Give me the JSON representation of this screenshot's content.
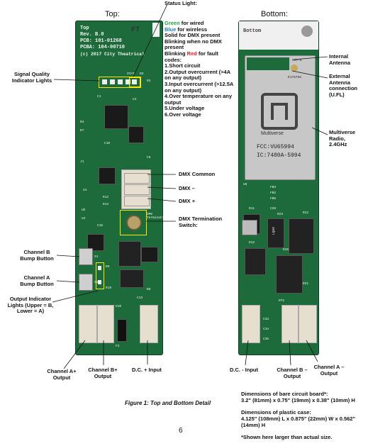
{
  "headers": {
    "top": "Top:",
    "bottom": "Bottom:"
  },
  "top_board": {
    "silkscreen": [
      "Top",
      "Rev. B.0",
      "PCB:  101-01268",
      "PCBA:  104-00710",
      "(c) 2017 City Theatrical"
    ],
    "stat_mark": "STAT",
    "termination_mark": "DMX\nTermination",
    "small_labels": [
      "FT",
      "D5",
      "R3",
      "C4",
      "C1",
      "R4",
      "R7",
      "J1",
      "C10",
      "C6",
      "U1",
      "R12",
      "R14",
      "U5",
      "U4",
      "C16",
      "S1",
      "S2",
      "R6",
      "R19",
      "R8",
      "C13",
      "D10",
      "F3"
    ]
  },
  "bottom_board": {
    "silkscreen": [
      "Bottom"
    ],
    "radio": {
      "fcc": "FCC:VU65994",
      "ic": "IC:7480A-5994",
      "brand": "Multiverse",
      "model": "94V-0",
      "code": "E176756"
    },
    "ic_label": "LQ50",
    "small_labels": [
      "U8",
      "FB3",
      "FB2",
      "FB5",
      "D11",
      "C28",
      "R23",
      "R22",
      "D12",
      "R25",
      "RT2",
      "R21",
      "C33",
      "C34",
      "C35"
    ]
  },
  "callouts": {
    "status_light_title": "Status Light:",
    "status_green_word": "Green",
    "status_green_rest": " for wired",
    "status_blue_word": "Blue",
    "status_blue_rest": " for wireless",
    "status_solid": "Solid for DMX present",
    "status_blink": "Blinking when no DMX present",
    "status_blink_red_pre": "Blinking ",
    "status_red_word": "Red",
    "status_blink_red_post": " for fault codes:",
    "fault_codes": [
      "1.Short circuit",
      "2.Output overcurrent (>4A on any output)",
      "3.Input overcurrent (>12.5A on any output)",
      "4.Over temperature on any output",
      "5.Under voltage",
      "6.Over voltage"
    ],
    "signal_quality": "Signal Quality Indicator Lights",
    "dmx_common": "DMX Common",
    "dmx_minus": "DMX –",
    "dmx_plus": "DMX +",
    "dmx_termination": "DMX Termination Switch:",
    "channel_b_bump": "Channel B Bump Button",
    "channel_a_bump": "Channel A Bump Button",
    "output_indicator": "Output Indicator Lights (Upper = B, Lower = A)",
    "channel_a_plus_output": "Channel A+  Output",
    "channel_b_plus_output": "Channel B+  Output",
    "dc_plus_input": "D.C. + Input",
    "internal_antenna": "Internal Antenna",
    "external_antenna": "External Antenna connection (U.FL)",
    "multiverse_radio": "Multiverse Radio, 2.4GHz",
    "dc_minus_input": "D.C. - Input",
    "channel_b_minus_output": "Channel B – Output",
    "channel_a_minus_output": "Channel A – Output"
  },
  "figure_caption": "Figure 1: Top and Bottom Detail",
  "dimensions": {
    "bare_title": "Dimensions of bare circuit board*:",
    "bare_value": "3.2\" (81mm) x 0.75\" (19mm) x 0.38\" (10mm) H",
    "case_title": "Dimensions of plastic case:",
    "case_value": "4.125\" (108mm) L x 0.875\" (22mm) W x 0.562\" (14mm) H",
    "note": "*Shown here larger than actual size."
  },
  "page_number": "6",
  "colors": {
    "board": "#1d6b3a",
    "green": "#1aa83a",
    "blue": "#1a7fc4",
    "red": "#e02020",
    "highlight": "#ffe600"
  }
}
